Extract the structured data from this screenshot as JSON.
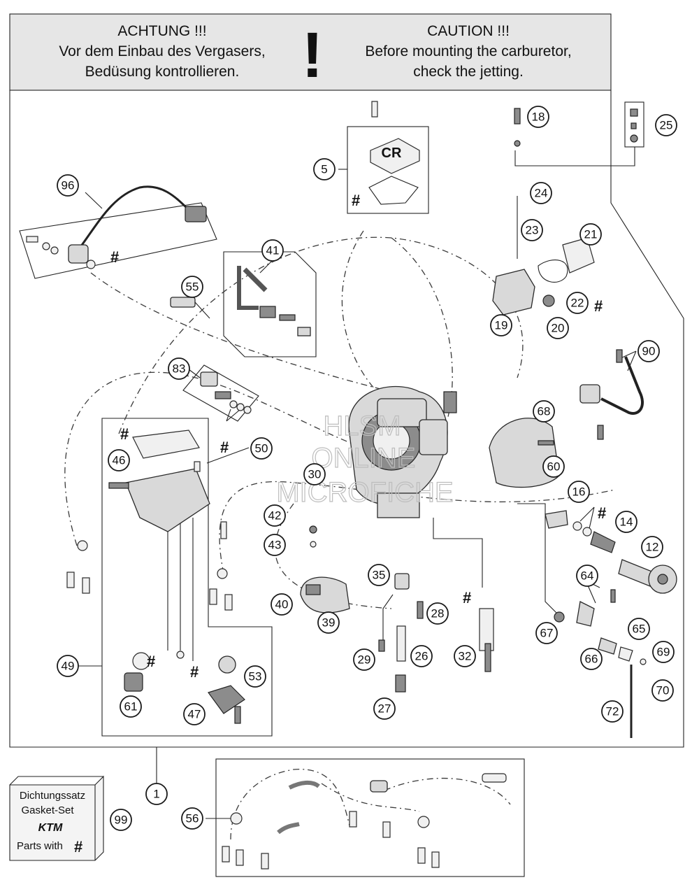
{
  "header": {
    "german": [
      "ACHTUNG !!!",
      "Vor dem Einbau des Vergasers,",
      "Bedüsung kontrollieren."
    ],
    "exclamation": "!",
    "english": [
      "CAUTION !!!",
      "Before mounting the carburetor,",
      "check the jetting."
    ]
  },
  "watermark": [
    "HLSM",
    "ONLINE",
    "MICROFICHE"
  ],
  "float_chamber_cover_label": "CR",
  "gasket_box": {
    "line1": "Dichtungssatz",
    "line2": "Gasket-Set",
    "brand": "KTM",
    "line3": "Parts with",
    "symbol": "#"
  },
  "gasket_symbol": "#",
  "callouts": [
    "1",
    "5",
    "12",
    "14",
    "16",
    "18",
    "19",
    "20",
    "21",
    "22",
    "23",
    "24",
    "25",
    "26",
    "27",
    "28",
    "29",
    "30",
    "32",
    "35",
    "39",
    "40",
    "41",
    "42",
    "43",
    "46",
    "47",
    "49",
    "50",
    "53",
    "55",
    "56",
    "60",
    "61",
    "64",
    "65",
    "66",
    "67",
    "68",
    "69",
    "70",
    "72",
    "83",
    "90",
    "96",
    "99"
  ]
}
